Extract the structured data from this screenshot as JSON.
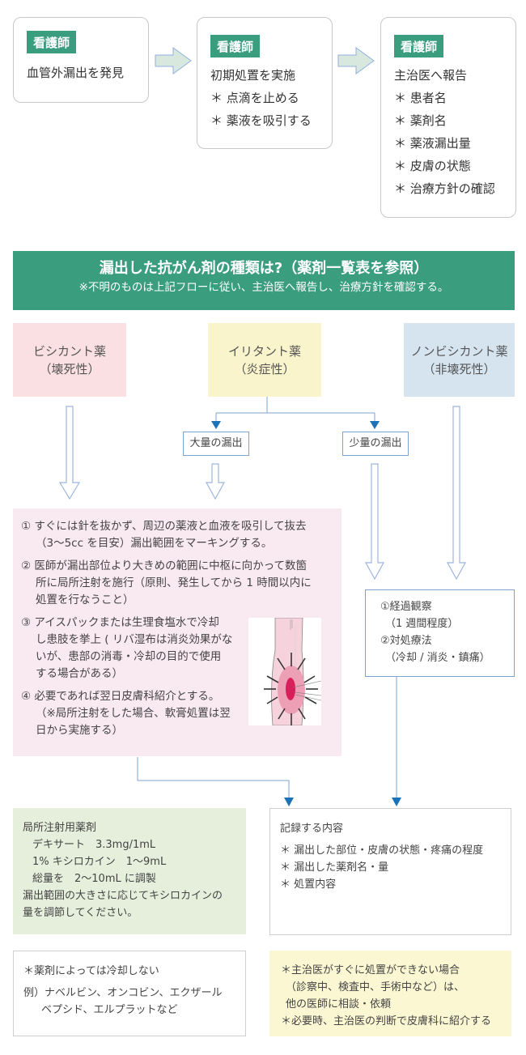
{
  "flow": {
    "step1": {
      "tag": "看護師",
      "lines": [
        "血管外漏出を発見"
      ]
    },
    "step2": {
      "tag": "看護師",
      "lines": [
        "初期処置を実施",
        "＊ 点滴を止める",
        "＊ 薬液を吸引する"
      ]
    },
    "step3": {
      "tag": "看護師",
      "lines": [
        "主治医へ報告",
        "＊ 患者名",
        "＊ 薬剤名",
        "＊ 薬液漏出量",
        "＊ 皮膚の状態",
        "＊ 治療方針の確認"
      ]
    }
  },
  "banner": {
    "title": "漏出した抗がん剤の種類は?（薬剤一覧表を参照）",
    "subtitle": "※不明のものは上記フローに従い、主治医へ報告し、治療方針を確認する。"
  },
  "categories": {
    "vesicant": {
      "line1": "ビシカント薬",
      "line2": "（壊死性）",
      "color": "#fae0e2"
    },
    "irritant": {
      "line1": "イリタント薬",
      "line2": "（炎症性）",
      "color": "#faf4cc"
    },
    "nonvesicant": {
      "line1": "ノンビシカント薬",
      "line2": "（非壊死性）",
      "color": "#d6e4f0"
    }
  },
  "branches": {
    "large": "大量の漏出",
    "small": "少量の漏出"
  },
  "treatment": {
    "items": [
      [
        "① すぐには針を抜かず、周辺の薬液と血液を吸引して抜去",
        "（3～5cc を目安）漏出範囲をマーキングする。"
      ],
      [
        "② 医師が漏出部位より大きめの範囲に中枢に向かって数箇",
        "所に局所注射を施行（原則、発生してから 1 時間以内に",
        "処置を行なうこと）"
      ],
      [
        "③ アイスパックまたは生理食塩水で冷却",
        "し患肢を挙上 ( リバ湿布は消炎効果がな",
        "いが、患部の消毒・冷却の目的で使用",
        "する場合がある）"
      ],
      [
        "④ 必要であれば翌日皮膚科紹介とする。",
        "（※局所注射をした場合、軟膏処置は翌",
        "日から実施する）"
      ]
    ],
    "illustration": "arm-injection-illustration"
  },
  "observation": {
    "lines": [
      "①経過観察",
      "（1 週間程度）",
      "②対処療法",
      "（冷却 / 消炎・鎮痛）"
    ]
  },
  "injection": {
    "lines": [
      "局所注射用薬剤",
      "デキサート　3.3mg/1mL",
      "1% キシロカイン　1～9mL",
      "総量を　2～10mL に調製",
      "漏出範囲の大きさに応じてキシロカインの",
      "量を調節してください。"
    ]
  },
  "record": {
    "title": "記録する内容",
    "lines": [
      "＊ 漏出した部位・皮膚の状態・疼痛の程度",
      "＊ 漏出した薬剤名・量",
      "＊ 処置内容"
    ]
  },
  "note": {
    "lines": [
      "＊薬剤によっては冷却しない",
      "例）ナベルビン、オンコビン、エクザール",
      "ベプシド、エルプラットなど"
    ]
  },
  "doctor_note": {
    "lines": [
      "＊主治医がすぐに処置ができない場合",
      "（診察中、検査中、手術中など）は、",
      "他の医師に相談・依頼",
      "＊必要時、主治医の判断で皮膚科に紹介する"
    ]
  },
  "colors": {
    "green": "#3a9d7e",
    "arrow_blue": "#1a73b8",
    "outline_blue": "#9db5dc",
    "pink_box": "#f9e9f0",
    "green_box": "#e6efdc",
    "yellow_box": "#faf7d2"
  }
}
